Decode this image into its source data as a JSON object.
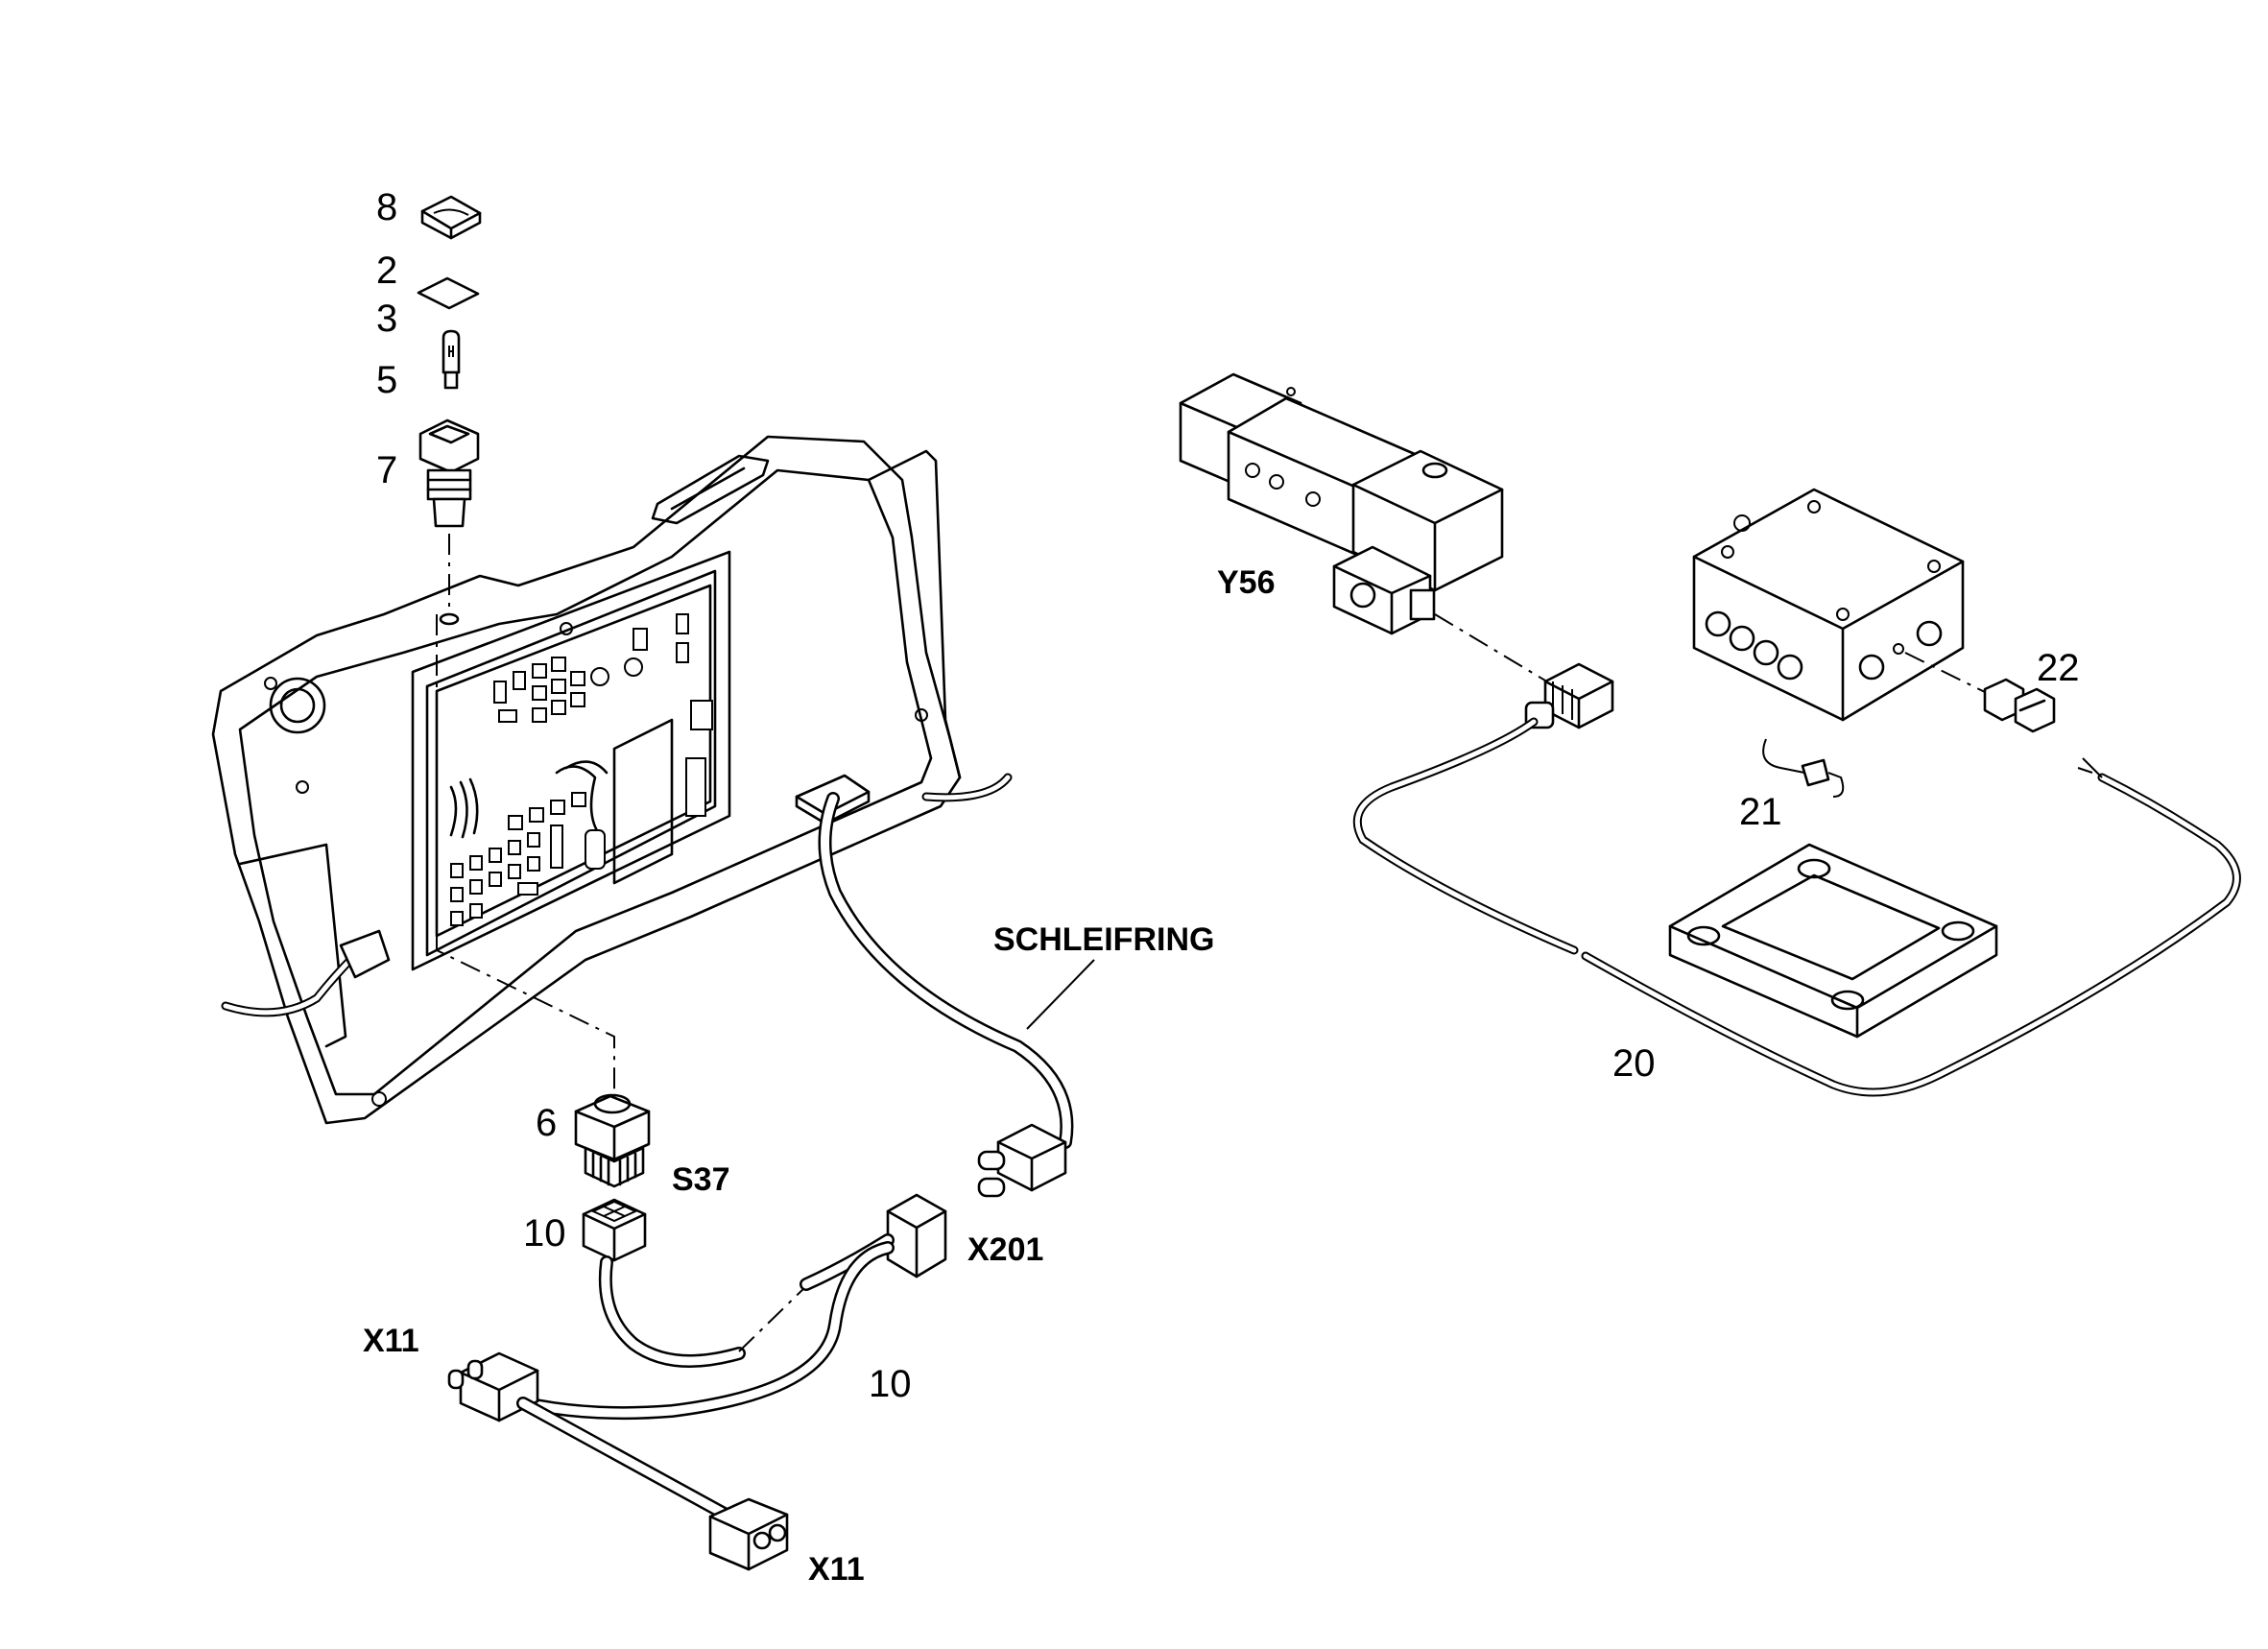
{
  "diagram": {
    "callouts": {
      "c8": "8",
      "c2": "2",
      "c3": "3",
      "c5": "5",
      "c7": "7",
      "c6": "6",
      "c10a": "10",
      "c10b": "10",
      "c20": "20",
      "c21": "21",
      "c22": "22"
    },
    "codes": {
      "y56": "Y56",
      "schleifring": "SCHLEIFRING",
      "s37": "S37",
      "x201": "X201",
      "x11a": "X11",
      "x11b": "X11"
    }
  }
}
